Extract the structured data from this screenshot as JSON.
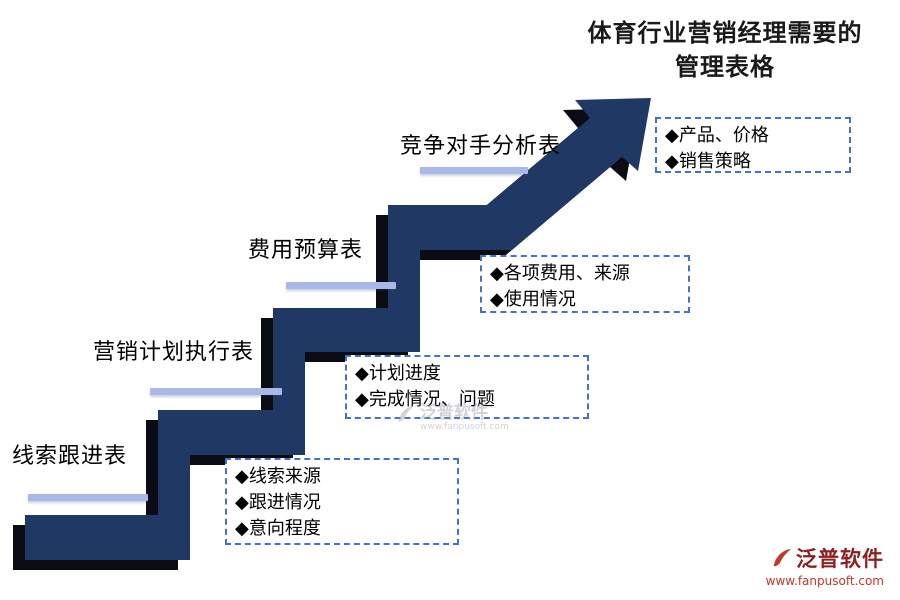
{
  "title": {
    "line1": "体育行业营销经理需要的",
    "line2": "管理表格"
  },
  "steps": [
    {
      "label": "线索跟进表",
      "bullets": [
        "◆线索来源",
        "◆跟进情况",
        "◆意向程度"
      ]
    },
    {
      "label": "营销计划执行表",
      "bullets": [
        "◆计划进度",
        "◆完成情况、问题"
      ]
    },
    {
      "label": "费用预算表",
      "bullets": [
        "◆各项费用、来源",
        "◆使用情况"
      ]
    },
    {
      "label": "竞争对手分析表",
      "bullets": [
        "◆产品、价格",
        "◆销售策略"
      ]
    }
  ],
  "watermark": {
    "name": "泛普软件",
    "url": "www.fanpusoft.com"
  },
  "brand": {
    "name": "泛普软件",
    "url": "www.fanpusoft.com"
  },
  "icons": {
    "staircase_arrow": "ascending-steps-arrow",
    "brand_logo": "pen-swoosh-icon",
    "bullet": "◆"
  },
  "colors": {
    "stair": "#203864",
    "shadow": "#0b0b14",
    "underline": "#a9b8e8",
    "dash": "#4472c4",
    "logo_red": "#8b2121",
    "url_red": "#c0392b",
    "text": "#000000"
  }
}
